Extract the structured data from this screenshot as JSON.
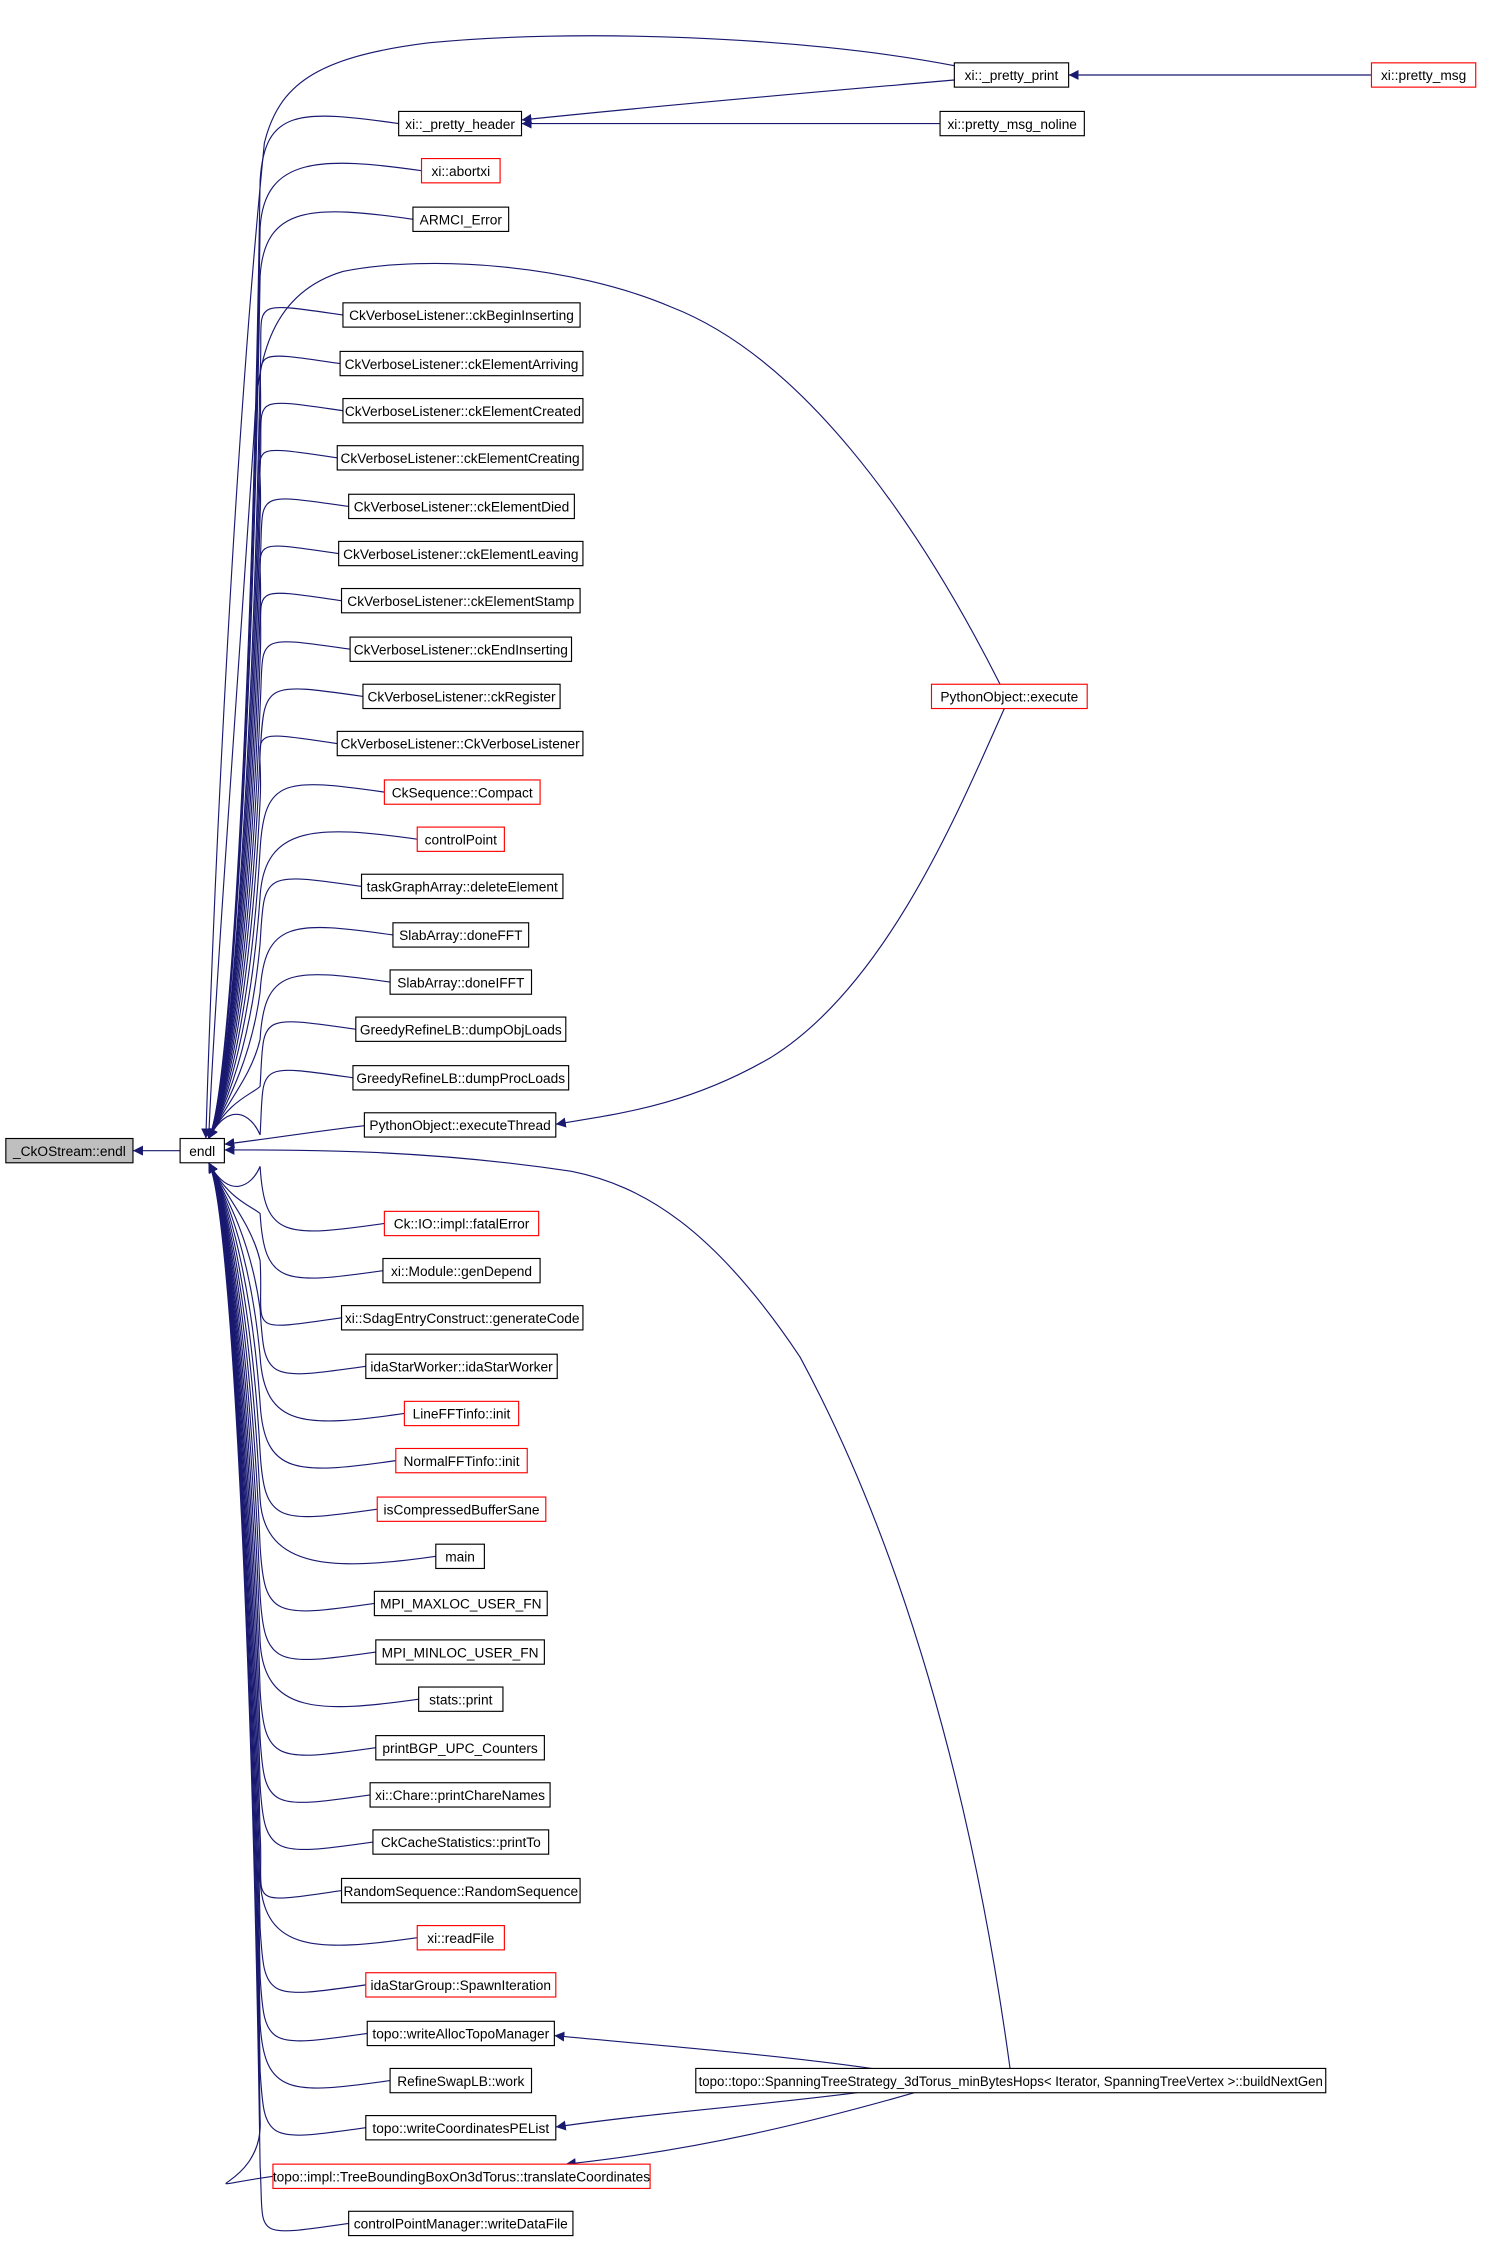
{
  "title": "Caller graph of _CkOStream::endl",
  "colors": {
    "edge": "#191970",
    "root_fill": "#bfbfbf",
    "incomplete_border": "#ff0000",
    "border": "#000000"
  },
  "nodes": [
    {
      "id": "ckostream_endl",
      "label": "_CkOStream::endl",
      "root": true
    },
    {
      "id": "endl",
      "label": "endl"
    },
    {
      "id": "pretty_print",
      "label": "xi::_pretty_print"
    },
    {
      "id": "pretty_msg",
      "label": "xi::pretty_msg",
      "red": true
    },
    {
      "id": "pretty_header",
      "label": "xi::_pretty_header"
    },
    {
      "id": "pretty_msg_noline",
      "label": "xi::pretty_msg_noline"
    },
    {
      "id": "abortxi",
      "label": "xi::abortxi",
      "red": true
    },
    {
      "id": "armci_error",
      "label": "ARMCI_Error"
    },
    {
      "id": "ckBeginInserting",
      "label": "CkVerboseListener::ckBeginInserting"
    },
    {
      "id": "ckElementArriving",
      "label": "CkVerboseListener::ckElementArriving"
    },
    {
      "id": "ckElementCreated",
      "label": "CkVerboseListener::ckElementCreated"
    },
    {
      "id": "ckElementCreating",
      "label": "CkVerboseListener::ckElementCreating"
    },
    {
      "id": "ckElementDied",
      "label": "CkVerboseListener::ckElementDied"
    },
    {
      "id": "ckElementLeaving",
      "label": "CkVerboseListener::ckElementLeaving"
    },
    {
      "id": "ckElementStamp",
      "label": "CkVerboseListener::ckElementStamp"
    },
    {
      "id": "ckEndInserting",
      "label": "CkVerboseListener::ckEndInserting"
    },
    {
      "id": "ckRegister",
      "label": "CkVerboseListener::ckRegister"
    },
    {
      "id": "ckVerboseListener",
      "label": "CkVerboseListener::CkVerboseListener"
    },
    {
      "id": "compact",
      "label": "CkSequence::Compact",
      "red": true
    },
    {
      "id": "controlPoint",
      "label": "controlPoint",
      "red": true
    },
    {
      "id": "deleteElement",
      "label": "taskGraphArray::deleteElement"
    },
    {
      "id": "doneFFT",
      "label": "SlabArray::doneFFT"
    },
    {
      "id": "doneIFFT",
      "label": "SlabArray::doneIFFT"
    },
    {
      "id": "dumpObjLoads",
      "label": "GreedyRefineLB::dumpObjLoads"
    },
    {
      "id": "dumpProcLoads",
      "label": "GreedyRefineLB::dumpProcLoads"
    },
    {
      "id": "executeThread",
      "label": "PythonObject::executeThread"
    },
    {
      "id": "execute",
      "label": "PythonObject::execute",
      "red": true
    },
    {
      "id": "fatalError",
      "label": "Ck::IO::impl::fatalError",
      "red": true
    },
    {
      "id": "genDepend",
      "label": "xi::Module::genDepend"
    },
    {
      "id": "generateCode",
      "label": "xi::SdagEntryConstruct::generateCode"
    },
    {
      "id": "idaStarWorker",
      "label": "idaStarWorker::idaStarWorker"
    },
    {
      "id": "lineFFT",
      "label": "LineFFTinfo::init",
      "red": true
    },
    {
      "id": "normalFFT",
      "label": "NormalFFTinfo::init",
      "red": true
    },
    {
      "id": "isCompressed",
      "label": "isCompressedBufferSane",
      "red": true
    },
    {
      "id": "main",
      "label": "main"
    },
    {
      "id": "maxloc",
      "label": "MPI_MAXLOC_USER_FN"
    },
    {
      "id": "minloc",
      "label": "MPI_MINLOC_USER_FN"
    },
    {
      "id": "statsPrint",
      "label": "stats::print"
    },
    {
      "id": "printBGP",
      "label": "printBGP_UPC_Counters"
    },
    {
      "id": "printChareNames",
      "label": "xi::Chare::printChareNames"
    },
    {
      "id": "printTo",
      "label": "CkCacheStatistics::printTo"
    },
    {
      "id": "randomSequence",
      "label": "RandomSequence::RandomSequence"
    },
    {
      "id": "readFile",
      "label": "xi::readFile",
      "red": true
    },
    {
      "id": "spawnIteration",
      "label": "idaStarGroup::SpawnIteration",
      "red": true
    },
    {
      "id": "writeAlloc",
      "label": "topo::writeAllocTopoManager"
    },
    {
      "id": "refineSwap",
      "label": "RefineSwapLB::work"
    },
    {
      "id": "writeCoords",
      "label": "topo::writeCoordinatesPEList"
    },
    {
      "id": "translateCoords",
      "label": "topo::impl::TreeBoundingBoxOn3dTorus::translateCoordinates",
      "red": true
    },
    {
      "id": "writeDataFile",
      "label": "controlPointManager::writeDataFile"
    },
    {
      "id": "buildNextGen",
      "label": "topo::topo::SpanningTreeStrategy_3dTorus_minBytesHops< Iterator, SpanningTreeVertex >::buildNextGen"
    }
  ],
  "edges": [
    {
      "from": "endl",
      "to": "ckostream_endl"
    },
    {
      "from": "pretty_msg",
      "to": "pretty_print"
    },
    {
      "from": "pretty_print",
      "to": "pretty_header"
    },
    {
      "from": "pretty_msg_noline",
      "to": "pretty_header"
    },
    {
      "from": "execute",
      "to": "executeThread"
    },
    {
      "from": "buildNextGen",
      "to": "writeAlloc"
    },
    {
      "from": "buildNextGen",
      "to": "writeCoords"
    },
    {
      "from": "buildNextGen",
      "to": "translateCoords"
    },
    {
      "from": "pretty_print",
      "to": "endl"
    },
    {
      "from": "execute",
      "to": "endl"
    },
    {
      "from": "buildNextGen",
      "to": "endl"
    },
    {
      "from": "executeThread",
      "to": "endl"
    },
    {
      "from": "pretty_header",
      "to": "endl"
    },
    {
      "from": "abortxi",
      "to": "endl"
    },
    {
      "from": "armci_error",
      "to": "endl"
    },
    {
      "from": "ckBeginInserting",
      "to": "endl"
    },
    {
      "from": "ckElementArriving",
      "to": "endl"
    },
    {
      "from": "ckElementCreated",
      "to": "endl"
    },
    {
      "from": "ckElementCreating",
      "to": "endl"
    },
    {
      "from": "ckElementDied",
      "to": "endl"
    },
    {
      "from": "ckElementLeaving",
      "to": "endl"
    },
    {
      "from": "ckElementStamp",
      "to": "endl"
    },
    {
      "from": "ckEndInserting",
      "to": "endl"
    },
    {
      "from": "ckRegister",
      "to": "endl"
    },
    {
      "from": "ckVerboseListener",
      "to": "endl"
    },
    {
      "from": "compact",
      "to": "endl"
    },
    {
      "from": "controlPoint",
      "to": "endl"
    },
    {
      "from": "deleteElement",
      "to": "endl"
    },
    {
      "from": "doneFFT",
      "to": "endl"
    },
    {
      "from": "doneIFFT",
      "to": "endl"
    },
    {
      "from": "dumpObjLoads",
      "to": "endl"
    },
    {
      "from": "dumpProcLoads",
      "to": "endl"
    },
    {
      "from": "fatalError",
      "to": "endl"
    },
    {
      "from": "genDepend",
      "to": "endl"
    },
    {
      "from": "generateCode",
      "to": "endl"
    },
    {
      "from": "idaStarWorker",
      "to": "endl"
    },
    {
      "from": "lineFFT",
      "to": "endl"
    },
    {
      "from": "normalFFT",
      "to": "endl"
    },
    {
      "from": "isCompressed",
      "to": "endl"
    },
    {
      "from": "main",
      "to": "endl"
    },
    {
      "from": "maxloc",
      "to": "endl"
    },
    {
      "from": "minloc",
      "to": "endl"
    },
    {
      "from": "statsPrint",
      "to": "endl"
    },
    {
      "from": "printBGP",
      "to": "endl"
    },
    {
      "from": "printChareNames",
      "to": "endl"
    },
    {
      "from": "printTo",
      "to": "endl"
    },
    {
      "from": "randomSequence",
      "to": "endl"
    },
    {
      "from": "readFile",
      "to": "endl"
    },
    {
      "from": "spawnIteration",
      "to": "endl"
    },
    {
      "from": "writeAlloc",
      "to": "endl"
    },
    {
      "from": "refineSwap",
      "to": "endl"
    },
    {
      "from": "writeCoords",
      "to": "endl"
    },
    {
      "from": "translateCoords",
      "to": "endl"
    },
    {
      "from": "writeDataFile",
      "to": "endl"
    }
  ]
}
